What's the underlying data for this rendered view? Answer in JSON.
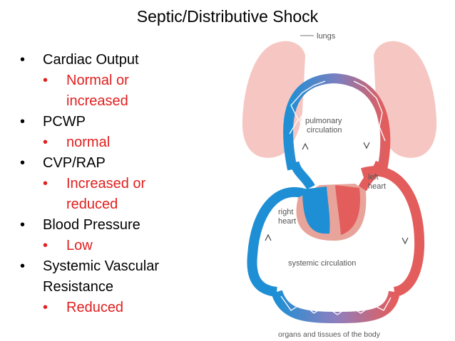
{
  "slide": {
    "title": "Septic/Distributive Shock",
    "bullets": [
      {
        "label": "Cardiac Output",
        "sub": "Normal or increased"
      },
      {
        "label": "PCWP",
        "sub": "normal"
      },
      {
        "label": "CVP/RAP",
        "sub": "Increased or reduced"
      },
      {
        "label": "Blood Pressure",
        "sub": "Low"
      },
      {
        "label": "Systemic Vascular Resistance",
        "sub": "Reduced"
      }
    ]
  },
  "diagram": {
    "labels": {
      "lungs": "lungs",
      "pulmonary_1": "pulmonary",
      "pulmonary_2": "circulation",
      "left_1": "left",
      "left_2": "heart",
      "right_1": "right",
      "right_2": "heart",
      "systemic": "systemic circulation",
      "organs": "organs and tissues of the body"
    }
  },
  "colors": {
    "accent": "#e0201f",
    "oxygen_poor": "#1e8fd4",
    "oxygen_rich": "#e35d5d",
    "lung": "#f6c6c2"
  }
}
